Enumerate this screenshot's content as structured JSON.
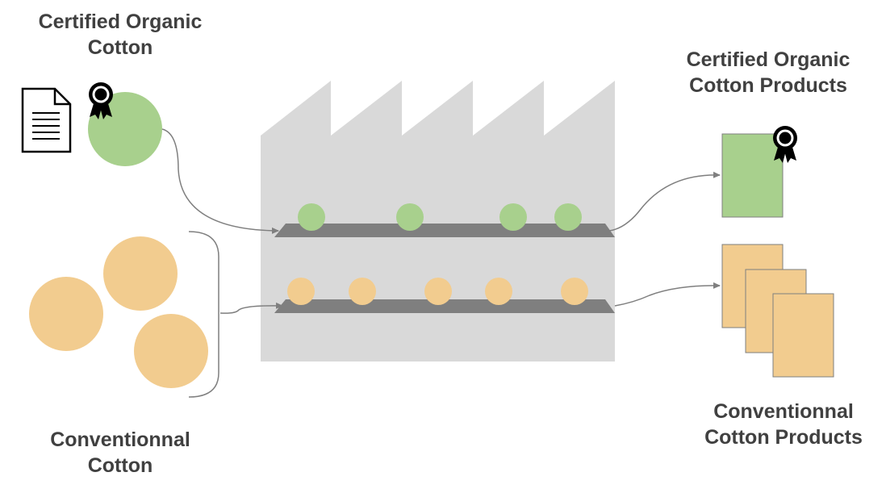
{
  "labels": {
    "organic_input": [
      "Certified Organic",
      "Cotton"
    ],
    "conventional_input": [
      "Conventionnal",
      "Cotton"
    ],
    "organic_output": [
      "Certified Organic",
      "Cotton Products"
    ],
    "conventional_output": [
      "Conventionnal",
      "Cotton Products"
    ]
  },
  "icons": {
    "certificate_document": "document-icon",
    "certification_badge": "award-ribbon-icon"
  },
  "colors": {
    "organic": "#a8d08d",
    "conventional": "#f2cc8f",
    "factory": "#d9d9d9",
    "conveyor": "#7f7f7f",
    "text": "#404040",
    "connector": "#7f7f7f"
  }
}
